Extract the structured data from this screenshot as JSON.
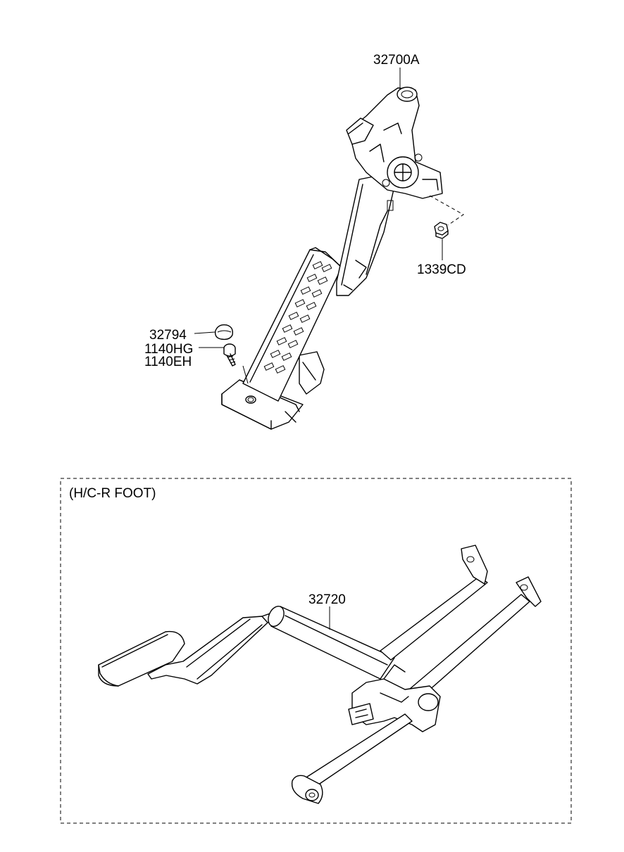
{
  "diagram": {
    "upper_assembly": {
      "labels": {
        "pedal_assembly": "32700A",
        "nut": "1339CD",
        "stopper": "32794",
        "bolt_a": "1140HG",
        "bolt_b": "1140EH"
      }
    },
    "lower_variant": {
      "caption": "(H/C-R FOOT)",
      "labels": {
        "pedal_assembly": "32720"
      }
    }
  }
}
